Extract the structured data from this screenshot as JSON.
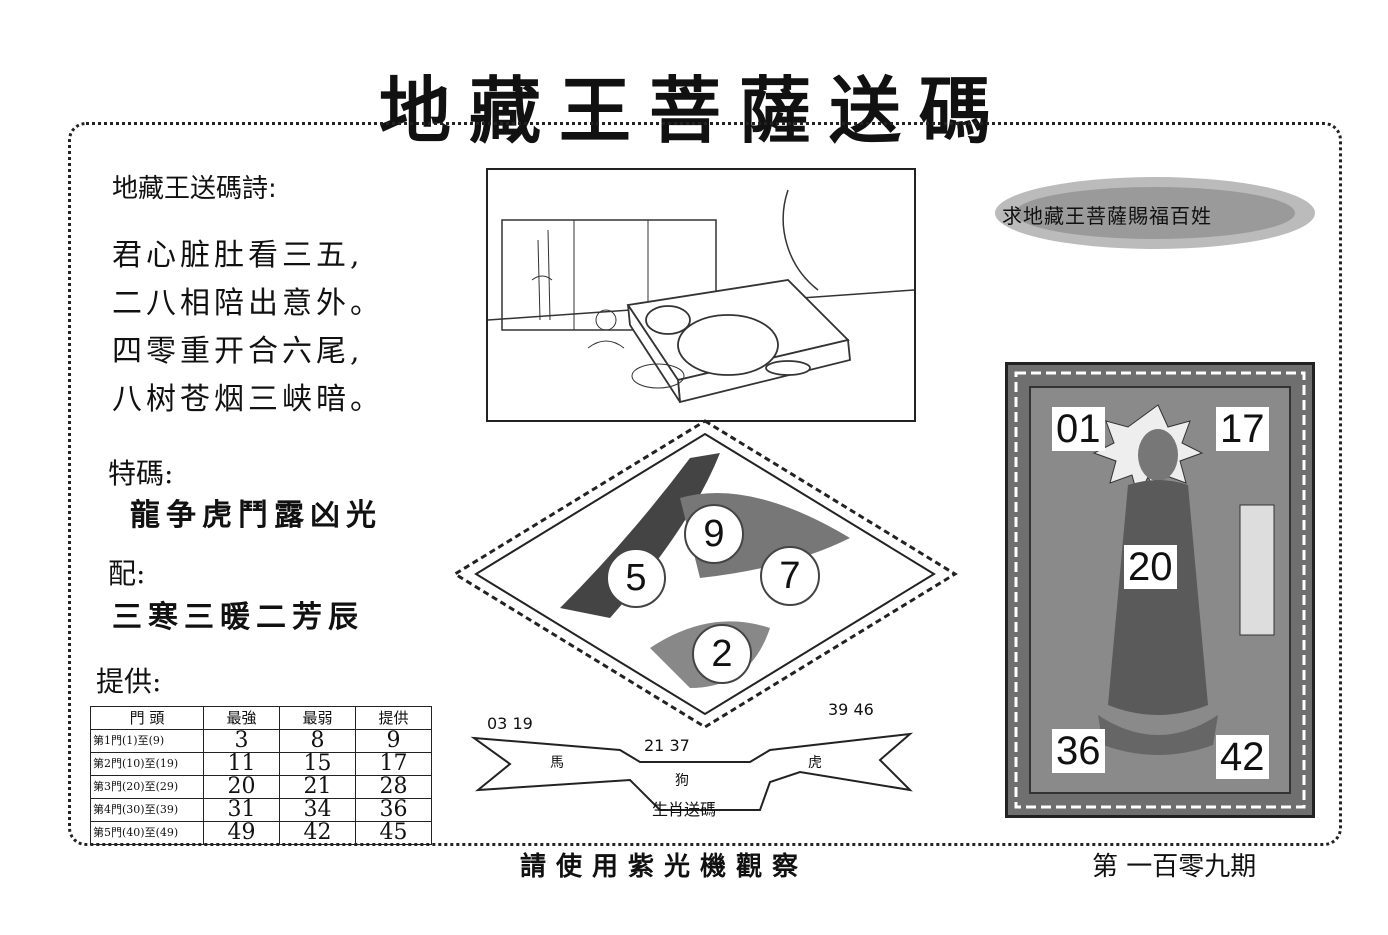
{
  "title": "地藏王菩薩送碼",
  "poem": {
    "heading": "地藏王送碼詩:",
    "lines": [
      "君心脏肚看三五,",
      "二八相陪出意外。",
      "四零重开合六尾,",
      "八树苍烟三峡暗。"
    ]
  },
  "tema": {
    "label": "特碼:",
    "value": "龍争虎鬥露凶光"
  },
  "pei": {
    "label": "配:",
    "value": "三寒三暖二芳辰"
  },
  "tigong": {
    "label": "提供:"
  },
  "table": {
    "headers": [
      "門 頭",
      "最強",
      "最弱",
      "提供"
    ],
    "rows": [
      {
        "door": "第1門(1)至(9)",
        "strong": "3",
        "weak": "8",
        "provide": "9"
      },
      {
        "door": "第2門(10)至(19)",
        "strong": "11",
        "weak": "15",
        "provide": "17"
      },
      {
        "door": "第3門(20)至(29)",
        "strong": "20",
        "weak": "21",
        "provide": "28"
      },
      {
        "door": "第4門(30)至(39)",
        "strong": "31",
        "weak": "34",
        "provide": "36"
      },
      {
        "door": "第5門(40)至(49)",
        "strong": "49",
        "weak": "42",
        "provide": "45"
      }
    ]
  },
  "diamond_numbers": [
    "9",
    "5",
    "7",
    "2"
  ],
  "zodiac": {
    "left_nums": "03 19",
    "center_nums": "21 37",
    "right_nums": "39 46",
    "left_animal": "馬",
    "center_animal": "狗",
    "right_animal": "虎",
    "caption": "生肖送碼"
  },
  "badge_text": "求地藏王菩薩賜福百姓",
  "card": {
    "top_left": "01",
    "top_right": "17",
    "center": "20",
    "bottom_left": "36",
    "bottom_right": "42"
  },
  "footer": "請使用紫光機觀察",
  "issue": "第 一百零九期"
}
